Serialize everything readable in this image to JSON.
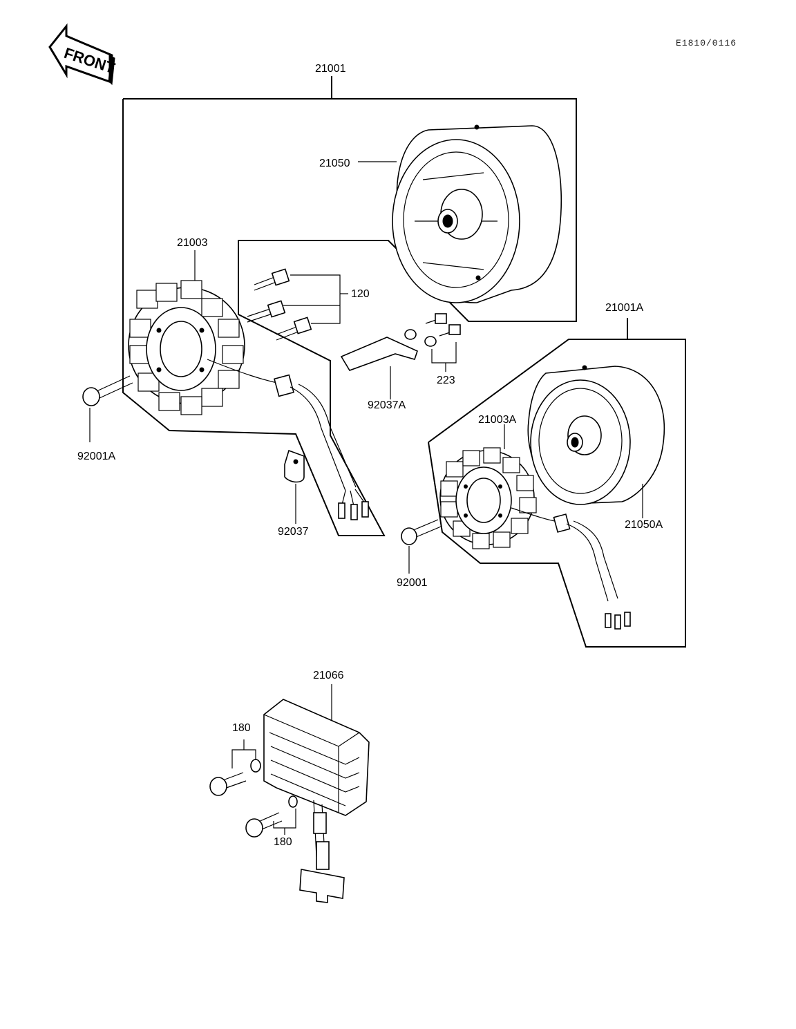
{
  "diagram": {
    "ref_code": "E1810/0116",
    "front_badge": "FRONT",
    "labels": {
      "assembly_1": "21001",
      "assembly_2": "21001A",
      "rotor_1": "21050",
      "rotor_2": "21050A",
      "stator_1": "21003",
      "stator_2": "21003A",
      "bolts_120": "120",
      "clamp_a": "92037A",
      "bolts_223": "223",
      "bolt_1": "92001A",
      "bolt_2": "92001",
      "clamp": "92037",
      "regulator": "21066",
      "bolt_180_top": "180",
      "bolt_180_bottom": "180"
    }
  }
}
